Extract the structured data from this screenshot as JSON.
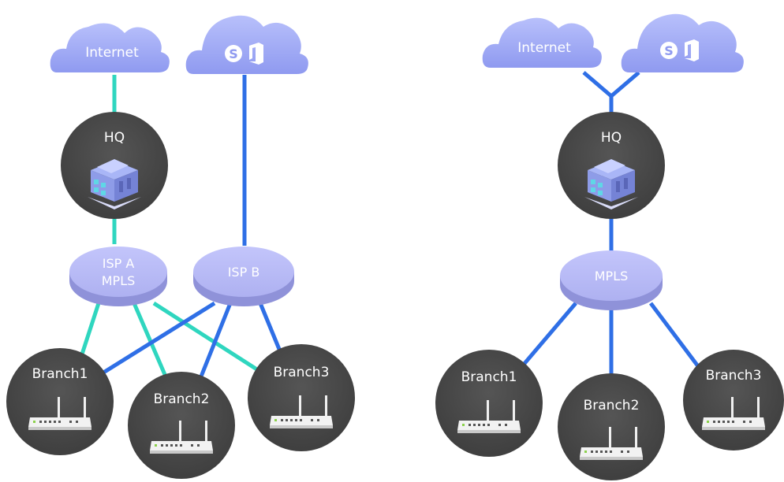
{
  "left_diagram": {
    "clouds": {
      "internet": "Internet",
      "office365": "skype-office-icon"
    },
    "hq": "HQ",
    "isp_a": {
      "line1": "ISP A",
      "line2": "MPLS"
    },
    "isp_b": "ISP B",
    "branches": [
      "Branch1",
      "Branch2",
      "Branch3"
    ]
  },
  "right_diagram": {
    "clouds": {
      "internet": "Internet",
      "office365": "skype-office-icon"
    },
    "hq": "HQ",
    "mpls": "MPLS",
    "branches": [
      "Branch1",
      "Branch2",
      "Branch3"
    ]
  },
  "colors": {
    "teal_link": "#2fd6bf",
    "blue_link": "#2f6fe6",
    "cloud": "#a9b3f5",
    "node": "#4a4a4a",
    "isp_disk": "#b9bbf3"
  }
}
